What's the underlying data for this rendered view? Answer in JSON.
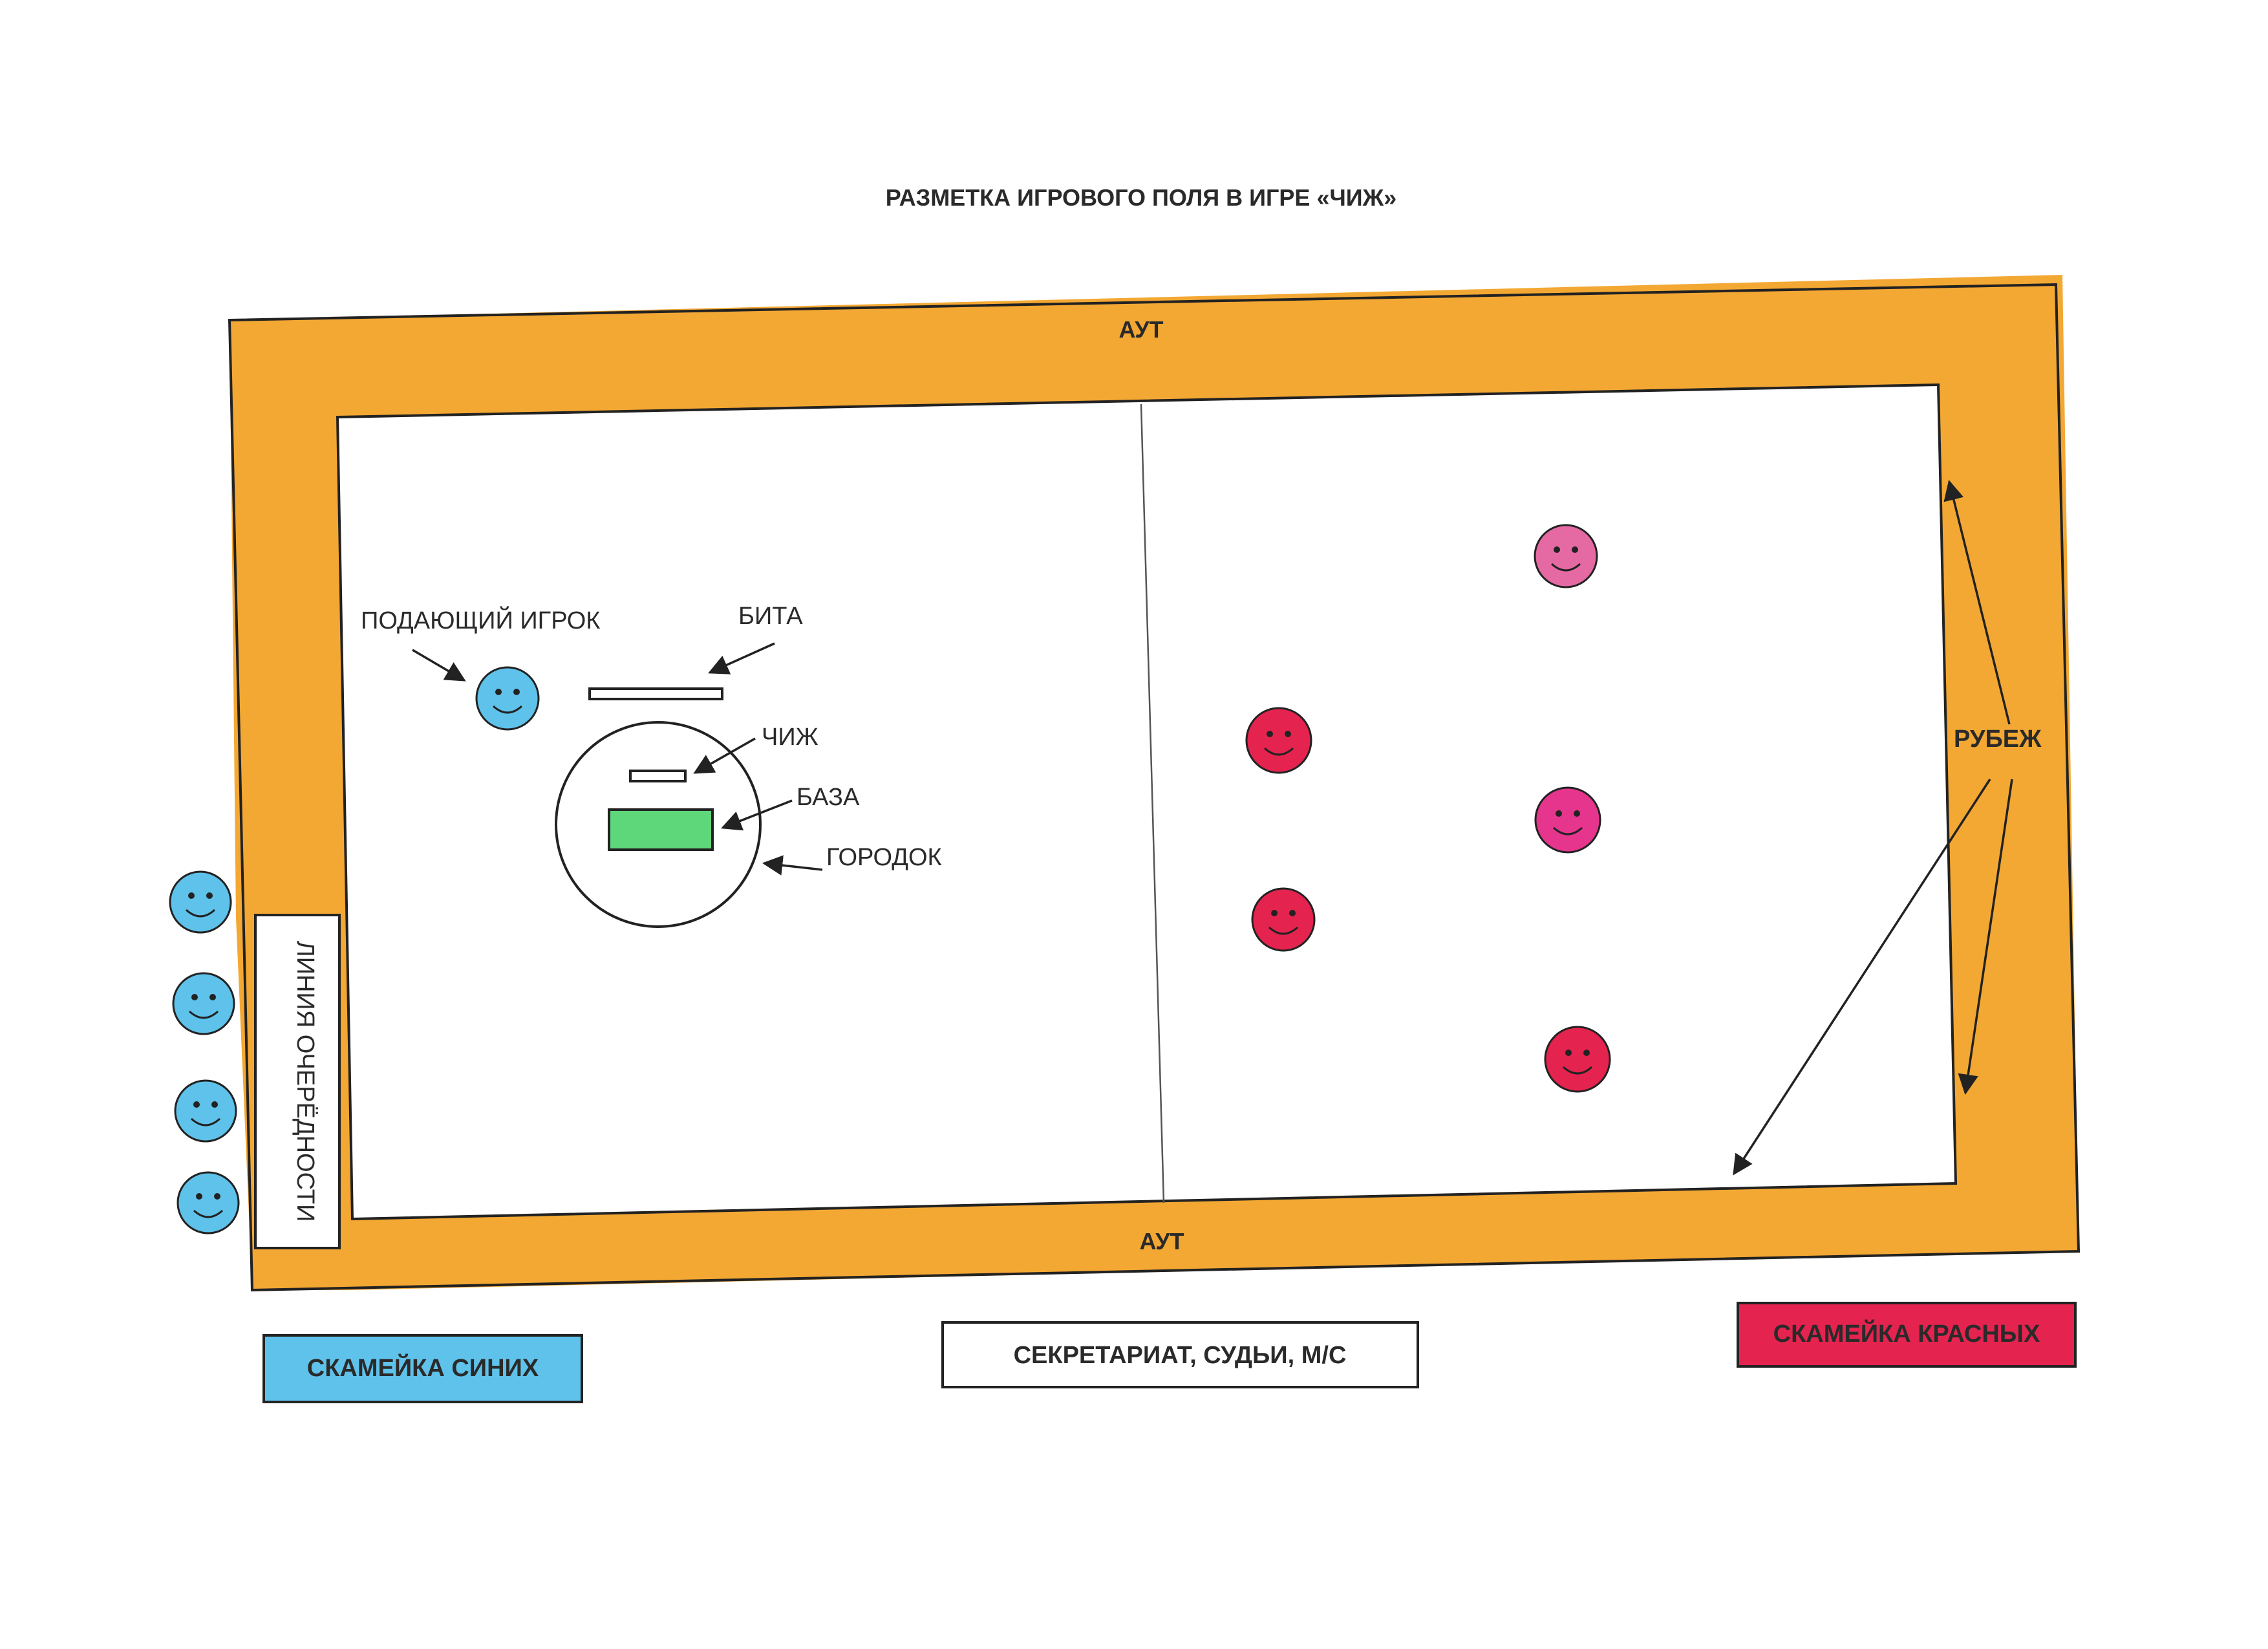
{
  "title": "РАЗМЕТКА ИГРОВОГО ПОЛЯ В ИГРЕ «ЧИЖ»",
  "field": {
    "out_top_label": "АУТ",
    "out_bottom_label": "АУТ",
    "boundary_label": "РУБЕЖ",
    "queue_line_label": "ЛИНИЯ ОЧЕРЁДНОСТИ"
  },
  "labels": {
    "server": "ПОДАЮЩИЙ ИГРОК",
    "bat": "БИТА",
    "chizh": "ЧИЖ",
    "base": "БАЗА",
    "gorodok": "ГОРОДОК"
  },
  "benches": {
    "blue": "СКАМЕЙКА СИНИХ",
    "secretariat": "СЕКРЕТАРИАТ, СУДЬИ, М/С",
    "red": "СКАМЕЙКА КРАСНЫХ"
  },
  "colors": {
    "out_zone": "#f3a833",
    "blue_team": "#5fc2ea",
    "red_team": "#e5234f",
    "red_player_light": "#e56aa3",
    "base": "#5ed77b",
    "outline": "#222222"
  },
  "icons": {
    "player": "smiley-face-icon",
    "arrow": "arrow-icon"
  }
}
